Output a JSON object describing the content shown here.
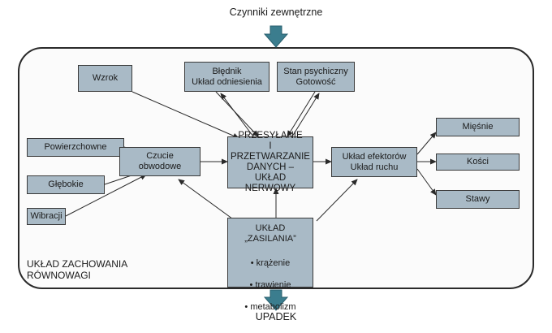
{
  "top_input": "Czynniki zewnętrzne",
  "bottom_output": "UPADEK",
  "system_label": "UKŁAD ZACHOWANIA\nRÓWNOWAGI",
  "nodes": {
    "wzrok": "Wzrok",
    "bled": "Błędnik\nUkład odniesienia",
    "stan": "Stan psychiczny\nGotowość",
    "pow": "Powierzchowne",
    "gleb": "Głębokie",
    "wib": "Wibracji",
    "czucie": "Czucie\nobwodowe",
    "core": "PRZESYŁANIE\nI PRZETWARZANIE\nDANYCH –\nUKŁAD NERWOWY",
    "efek": "Układ efektorów\nUkład ruchu",
    "miesnie": "Mięśnie",
    "kosci": "Kości",
    "stawy": "Stawy",
    "zasil_title": "UKŁAD\n„ZASILANIA”",
    "zasil_items": [
      "krążenie",
      "trawienie",
      "metabolizm"
    ]
  },
  "colors": {
    "box_fill": "#a9bac6",
    "inflow_arrow": "#3b7d8e"
  }
}
